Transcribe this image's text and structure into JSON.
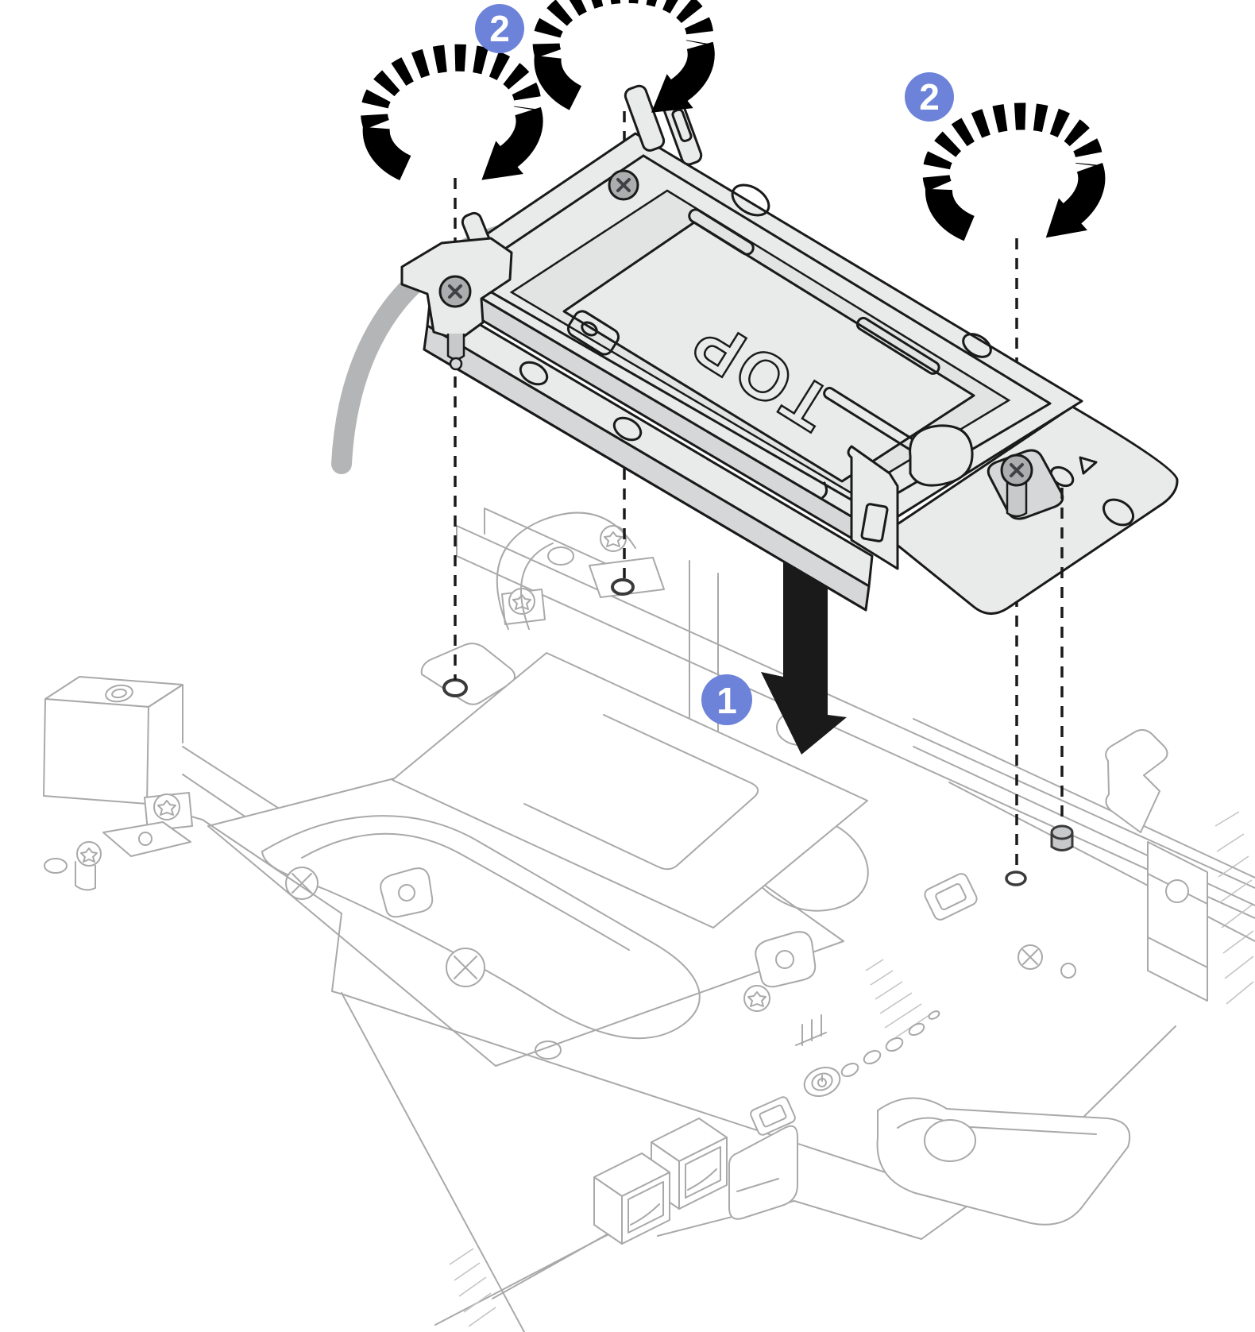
{
  "figure": {
    "tray": {
      "label": "TOP"
    },
    "badges": [
      {
        "id": "step-badge-2-left",
        "label": "2"
      },
      {
        "id": "step-badge-2-right",
        "label": "2"
      },
      {
        "id": "step-badge-1",
        "label": "1"
      }
    ],
    "icons": {
      "screwdriver": "torque-screwdriver-icon",
      "arrow": "insert-down-arrow-icon",
      "power": "power-button-icon"
    },
    "colors": {
      "bg": "#ffffff",
      "ink": "#1a1a1a",
      "lineart": "#a9a9a9",
      "badge": "#6d82d9",
      "badge_text": "#ffffff",
      "tray": "#e9eaea",
      "tray_side": "#d6d7d8",
      "screw": "#abadaf",
      "cable": "#b3b5b6"
    }
  }
}
